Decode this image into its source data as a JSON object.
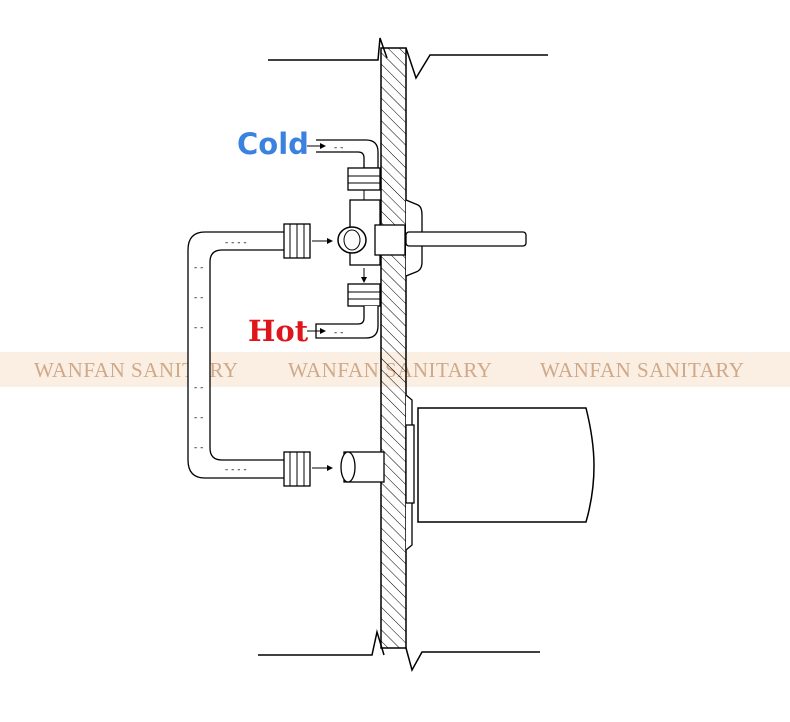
{
  "labels": {
    "cold": "Cold",
    "hot": "Hot"
  },
  "watermark": {
    "text": "WANFAN SANITARY",
    "repeat": 3
  },
  "colors": {
    "cold": "#3b82e0",
    "hot": "#e0151b",
    "watermark_band": "#fbeee2",
    "watermark_text": "#cfa98a",
    "line": "#000000",
    "wall_hatch": "#000000"
  },
  "icons": [
    "wall-hatching",
    "mixing-valve-tee",
    "flexible-hose",
    "threaded-connector",
    "spout-nozzle",
    "valve-stem",
    "arrow-icon"
  ]
}
